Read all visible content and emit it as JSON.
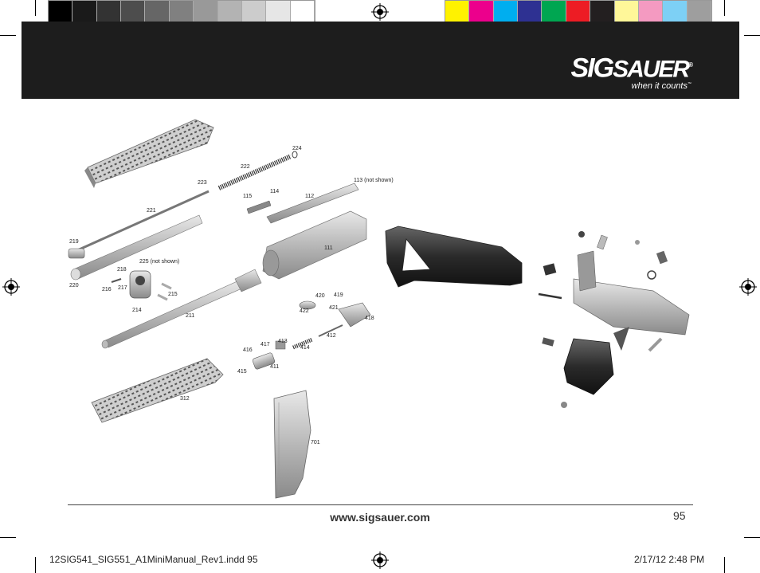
{
  "printer_marks": {
    "gray_swatches": [
      "#000000",
      "#1a1a1a",
      "#333333",
      "#4d4d4d",
      "#666666",
      "#808080",
      "#999999",
      "#b3b3b3",
      "#cccccc",
      "#e6e6e6",
      "#ffffff"
    ],
    "color_swatches": [
      "#fff200",
      "#ec008c",
      "#00aeef",
      "#2e3192",
      "#00a651",
      "#ed1c24",
      "#231f20",
      "#fff799",
      "#f49ac1",
      "#7dd0f5",
      "#9e9e9e"
    ]
  },
  "header": {
    "brand_sig": "SIG",
    "brand_sauer": "SAUER",
    "registered": "®",
    "tagline": "when it counts",
    "trademark": "™"
  },
  "callouts": {
    "c224": "224",
    "c222": "222",
    "c223": "223",
    "c113": "113 (not shown)",
    "c114": "114",
    "c115": "115",
    "c112": "112",
    "c221": "221",
    "c219": "219",
    "c111": "111",
    "c225": "225 (not shown)",
    "c218": "218",
    "c220": "220",
    "c216": "216",
    "c217": "217",
    "c215": "215",
    "c214": "214",
    "c211": "211",
    "c420": "420",
    "c419": "419",
    "c421": "421",
    "c422": "422",
    "c418": "418",
    "c412": "412",
    "c413": "413",
    "c417": "417",
    "c414": "414",
    "c416": "416",
    "c411": "411",
    "c415": "415",
    "c312": "312",
    "c701": "701"
  },
  "footer": {
    "website": "www.sigsauer.com",
    "page_number": "95"
  },
  "slug": {
    "filename": "12SIG541_SIG551_A1MiniManual_Rev1.indd   95",
    "date": "2/17/12   2:48 PM"
  }
}
